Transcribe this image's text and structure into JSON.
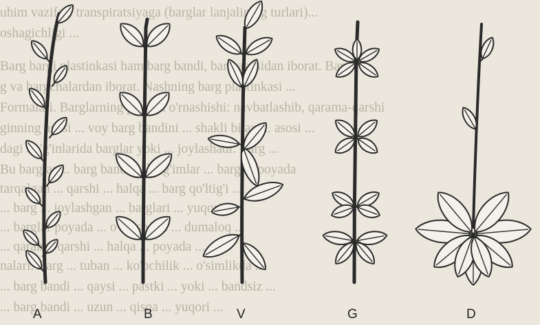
{
  "bleed_text": [
    "uhim vazifasi transpiratsiyaga (barglar lanjalining turlari)...",
    "oshagichligi ...",
    "Barg bargi plastinkasi ham barg bandi, barg asosidan iborat. Barg",
    "g va bargchalardan iborat. Nashning barg plastinkasi ...",
    "Formalari. Barglarning poyaga o'rnashishi: navbatlashib, qarama-qarshi",
    "ginning asosi ... voy barg bandini ... shakli bilan ... asosi ...",
    "dagi bo'g'inlarida barglar yoki ... joylashadi. Barg ...",
    "Bu barglar ... barg bandi ... bo'g'imlar ... barg ... poyada",
    "tarqalgan ... qarshi ... halqa ... barg qo'ltig'i ...",
    "... barg ... joylashgan ... barglari ... yuqori ...",
    "... barglar poyada ... o'rnashgan ... dumaloq ...",
    "... qarama-qarshi ... halqa ... poyada ...",
    "nalari. Barg ... tuban ... ko'pchilik ... o'simlikda ...",
    "... barg bandi ... qaysi ... pastki ... yoki ... bandsiz ...",
    "... barg bandi ... uzun ... qisqa ... yuqori ..."
  ],
  "labels": [
    "A",
    "B",
    "V",
    "G",
    "D"
  ],
  "colors": {
    "ink": "#2a2a2a",
    "leaf_fill": "#f3f1ea",
    "bleed": "#b9b3a6",
    "paper": "#ebe7dc"
  }
}
